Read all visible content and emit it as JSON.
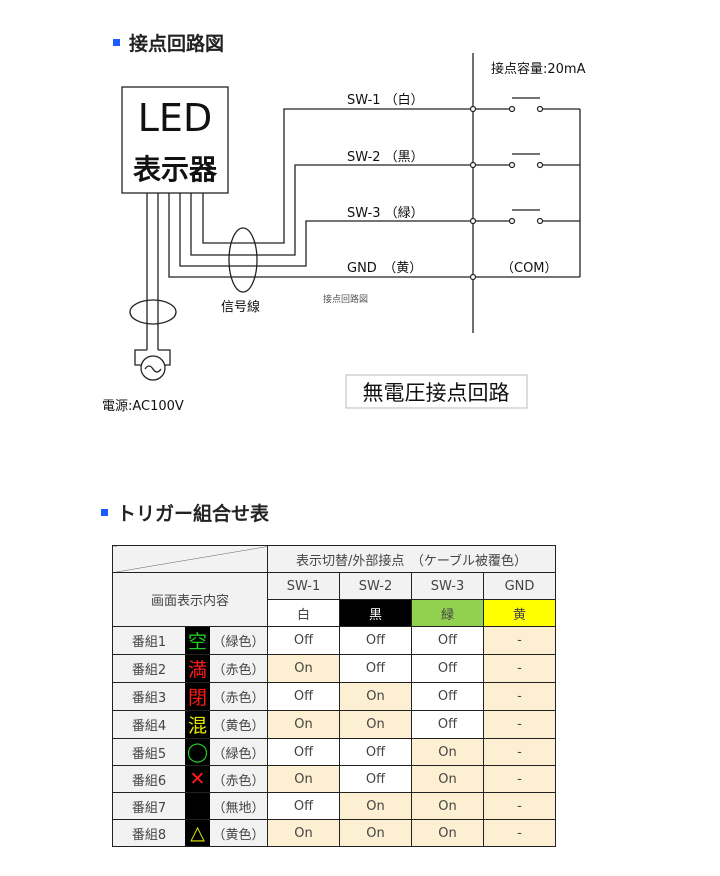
{
  "section1": {
    "title": "接点回路図"
  },
  "diagram": {
    "led_box_line1": "LED",
    "led_box_line2": "表示器",
    "capacity": "接点容量:20mA",
    "sw1": "SW-1 （白）",
    "sw2": "SW-2 （黒）",
    "sw3": "SW-3 （緑）",
    "gnd": "GND　（黄）",
    "com": "（COM）",
    "signal_line": "信号線",
    "caption": "接点回路図",
    "power": "電源:AC100V",
    "dry_contact": "無電圧接点回路"
  },
  "section2": {
    "title": "トリガー組合せ表"
  },
  "table": {
    "header_group": "表示切替/外部接点　（ケーブル被覆色）",
    "row_header": "画面表示内容",
    "columns": [
      "SW-1",
      "SW-2",
      "SW-3",
      "GND"
    ],
    "colors": [
      "白",
      "黒",
      "緑",
      "黄"
    ],
    "color_hex": [
      "#ffffff",
      "#000000",
      "#92d050",
      "#ffff00"
    ],
    "rows": [
      {
        "name": "番組1",
        "icon": "空",
        "icon_color": "#22cc22",
        "color": "（緑色）",
        "vals": [
          "Off",
          "Off",
          "Off",
          "-"
        ]
      },
      {
        "name": "番組2",
        "icon": "満",
        "icon_color": "#ff1a1a",
        "color": "（赤色）",
        "vals": [
          "On",
          "Off",
          "Off",
          "-"
        ]
      },
      {
        "name": "番組3",
        "icon": "閉",
        "icon_color": "#ff1a1a",
        "color": "（赤色）",
        "vals": [
          "Off",
          "On",
          "Off",
          "-"
        ]
      },
      {
        "name": "番組4",
        "icon": "混",
        "icon_color": "#e6e600",
        "color": "（黄色）",
        "vals": [
          "On",
          "On",
          "Off",
          "-"
        ]
      },
      {
        "name": "番組5",
        "icon": "◯",
        "icon_color": "#22cc22",
        "color": "（緑色）",
        "vals": [
          "Off",
          "Off",
          "On",
          "-"
        ]
      },
      {
        "name": "番組6",
        "icon": "✕",
        "icon_color": "#ff1a1a",
        "color": "（赤色）",
        "vals": [
          "On",
          "Off",
          "On",
          "-"
        ]
      },
      {
        "name": "番組7",
        "icon": "",
        "icon_color": "#000000",
        "color": "（無地）",
        "vals": [
          "Off",
          "On",
          "On",
          "-"
        ]
      },
      {
        "name": "番組8",
        "icon": "△",
        "icon_color": "#e6e600",
        "color": "（黄色）",
        "vals": [
          "On",
          "On",
          "On",
          "-"
        ]
      }
    ]
  }
}
